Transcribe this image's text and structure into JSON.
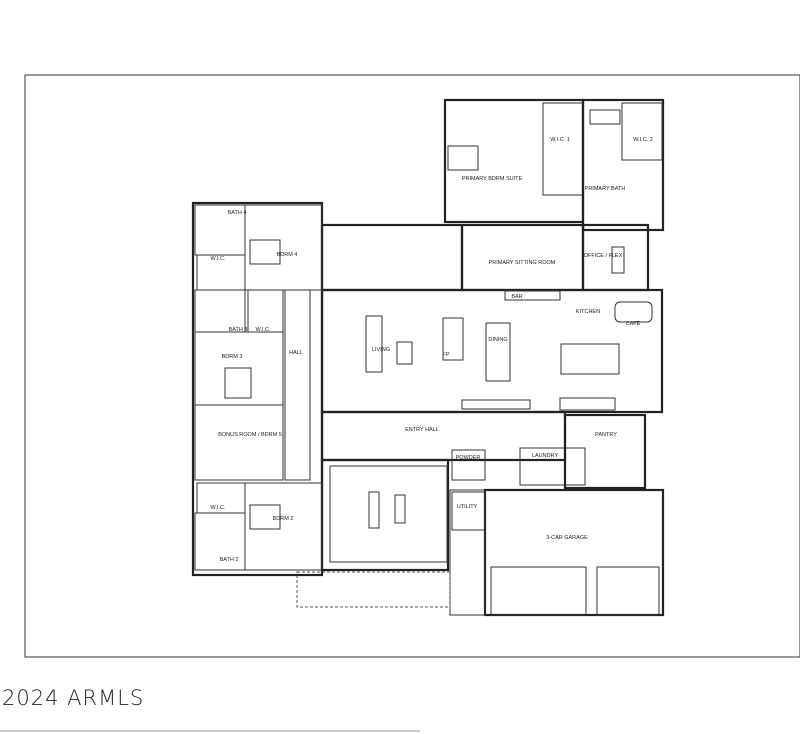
{
  "plan": {
    "rooms": {
      "primary_suite": "PRIMARY BDRM SUITE",
      "wic1": "W.I.C. 1",
      "primary_bath": "PRIMARY BATH",
      "wic2": "W.I.C. 2",
      "sitting": "PRIMARY SITTING ROOM",
      "office": "OFFICE / FLEX",
      "bar": "BAR",
      "kitchen": "KITCHEN",
      "cafe": "CAFE",
      "living": "LIVING",
      "fp": "FP",
      "dining": "DINING",
      "entry": "ENTRY HALL",
      "pantry": "PANTRY",
      "powder": "POWDER",
      "laundry": "LAUNDRY",
      "utility": "UTILITY",
      "garage": "3-CAR GARAGE",
      "bath4": "BATH 4",
      "wic_bath4": "W.I.C.",
      "bdrm4": "BDRM 4",
      "bath3": "BATH 3",
      "wic_bath3": "W.I.C.",
      "hall": "HALL",
      "bdrm3": "BDRM 3",
      "bonus": "BONUS ROOM / BDRM 5",
      "wic_bdrm2": "W.I.C.",
      "bdrm2": "BDRM 2",
      "bath2": "BATH 2"
    }
  },
  "watermark": "2024 ARMLS"
}
